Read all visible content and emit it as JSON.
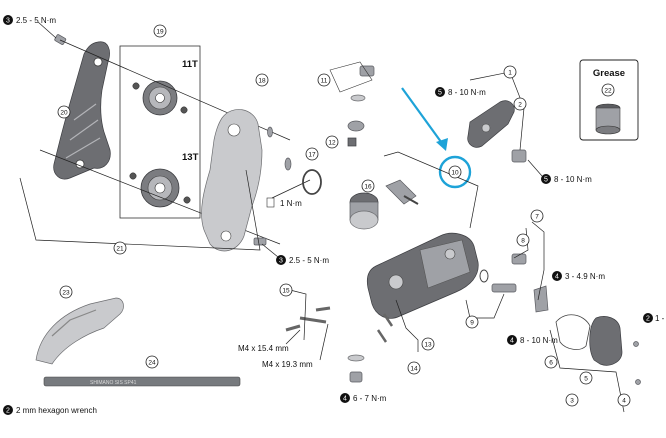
{
  "torque": {
    "t_top_left": "2.5 - 5 N·m",
    "t_1nm": "1 N·m",
    "t_mid_left": "2.5 - 5 N·m",
    "t_top_right": "8 - 10 N·m",
    "t_right_mid": "8 - 10 N·m",
    "t_right_3": "3 - 4.9 N·m",
    "t_right_2": "1 -",
    "t_center": "8 - 10 N·m",
    "t_bottom": "6 - 7 N·m"
  },
  "badges": {
    "b_top_left": "3",
    "b_mid_left": "3",
    "b_top_right": "5",
    "b_right_mid": "5",
    "b_right_3": "4",
    "b_right_2": "2",
    "b_center": "4",
    "b_bottom": "4",
    "b_footer": "2"
  },
  "pulleys": {
    "upper": "11T",
    "lower": "13T"
  },
  "grease": {
    "label": "Grease",
    "number": "22"
  },
  "bolts": {
    "bolt_a": "M4 x 15.4 mm",
    "bolt_b": "M4 x 19.3 mm"
  },
  "footer": {
    "note": "2 mm hexagon wrench"
  },
  "cable_housing_text": "SHIMANO SIS SP41",
  "callouts": [
    "1",
    "2",
    "3",
    "4",
    "5",
    "6",
    "7",
    "8",
    "9",
    "10",
    "11",
    "12",
    "13",
    "14",
    "15",
    "16",
    "17",
    "18",
    "19",
    "20",
    "21",
    "22",
    "23",
    "24"
  ],
  "colors": {
    "highlight": "#1ea3d8",
    "badge": "#111111"
  }
}
